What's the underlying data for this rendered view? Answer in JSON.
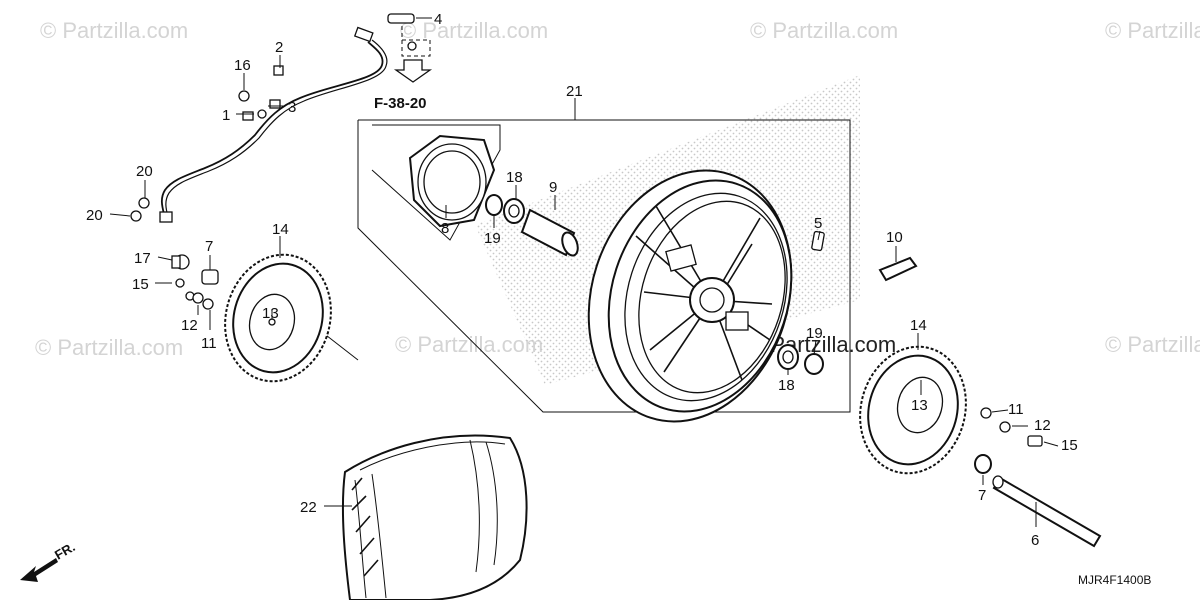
{
  "watermark": "© Partzilla.com",
  "reference": "F-38-20",
  "diagram_code": "MJR4F1400B",
  "front_label": "FR.",
  "callouts": {
    "c1": "1",
    "c2": "2",
    "c3": "3",
    "c4": "4",
    "c5": "5",
    "c6": "6",
    "c7a": "7",
    "c7b": "7",
    "c8": "8",
    "c9": "9",
    "c10": "10",
    "c11a": "11",
    "c11b": "11",
    "c12a": "12",
    "c12b": "12",
    "c13a": "13",
    "c13b": "13",
    "c14a": "14",
    "c14b": "14",
    "c15a": "15",
    "c15b": "15",
    "c16": "16",
    "c17": "17",
    "c18a": "18",
    "c18b": "18",
    "c19a": "19",
    "c19b": "19",
    "c20a": "20",
    "c20b": "20",
    "c21": "21",
    "c22": "22"
  }
}
